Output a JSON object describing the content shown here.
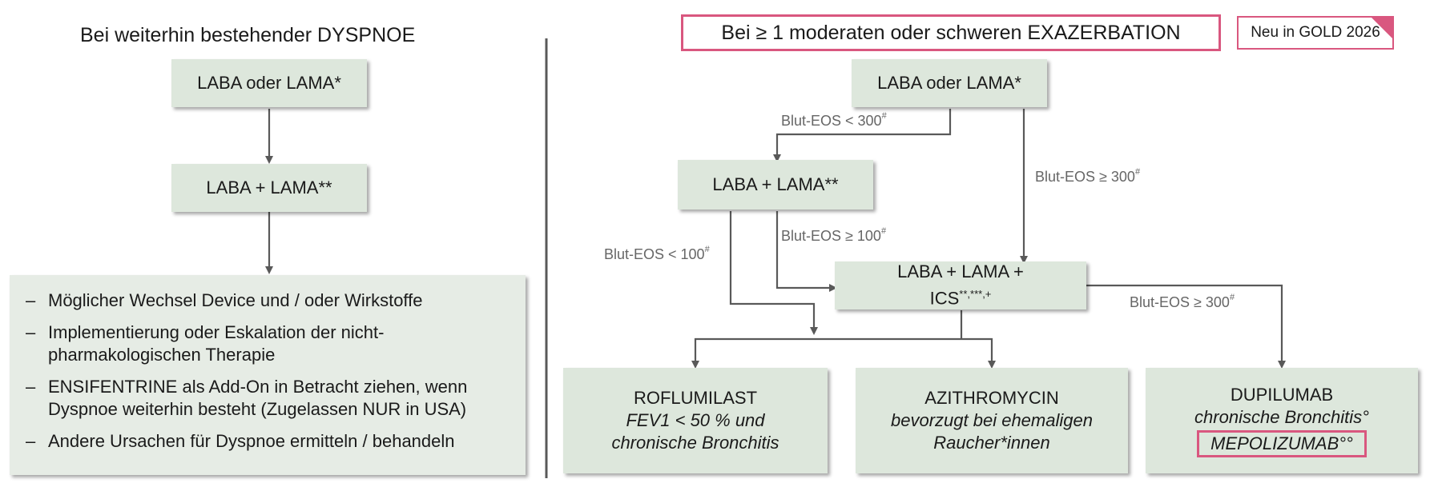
{
  "left": {
    "heading": "Bei weiterhin bestehender DYSPNOE",
    "box1": "LABA oder LAMA*",
    "box2": "LABA + LAMA**",
    "list": [
      "Möglicher Wechsel Device und / oder Wirkstoffe",
      "Implementierung oder Eskalation der nicht-pharmakologischen Therapie",
      "ENSIFENTRINE als Add-On in Betracht ziehen, wenn Dyspnoe weiterhin besteht (Zugelassen NUR in USA)",
      "Andere Ursachen für Dyspnoe ermitteln / behandeln"
    ],
    "dash": "–"
  },
  "right": {
    "heading": "Bei ≥ 1 moderaten oder schweren EXAZERBATION",
    "badge": "Neu in GOLD 2026",
    "box1": "LABA oder LAMA*",
    "box2": "LABA + LAMA**",
    "box3_line1": "LABA + LAMA +",
    "box3_line2": "ICS",
    "box3_sup": "**,***,+",
    "labels": {
      "eos_lt300": "Blut-EOS < 300",
      "eos_ge300_a": "Blut-EOS ≥ 300",
      "eos_lt100": "Blut-EOS < 100",
      "eos_ge100": "Blut-EOS ≥ 100",
      "eos_ge300_b": "Blut-EOS ≥ 300",
      "hash": "#"
    },
    "roflumilast": {
      "title": "ROFLUMILAST",
      "line1": "FEV1 < 50 % und",
      "line2": "chronische Bronchitis"
    },
    "azithromycin": {
      "title": "AZITHROMYCIN",
      "line1": "bevorzugt bei ehemaligen",
      "line2": "Raucher*innen"
    },
    "dupilumab": {
      "title": "DUPILUMAB",
      "line1": "chronische Bronchitis°",
      "line2": "MEPOLIZUMAB°°"
    }
  },
  "colors": {
    "box_fill": "#dde7dc",
    "accent_pink": "#d9577f",
    "arrow": "#595959",
    "divider": "#595959"
  }
}
